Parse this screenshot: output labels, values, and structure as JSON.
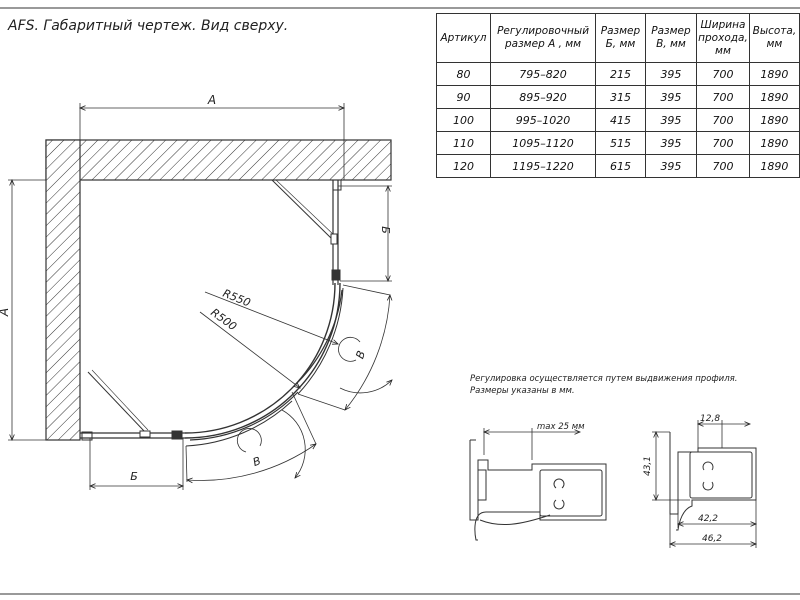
{
  "title": "AFS. Габаритный чертеж. Вид сверху.",
  "table": {
    "headers": [
      "Артикул",
      "Регулировочный размер А , мм",
      "Размер Б, мм",
      "Размер В, мм",
      "Ширина прохода, мм",
      "Высота, мм"
    ],
    "rows": [
      [
        "80",
        "795–820",
        "215",
        "395",
        "700",
        "1890"
      ],
      [
        "90",
        "895–920",
        "315",
        "395",
        "700",
        "1890"
      ],
      [
        "100",
        "995–1020",
        "415",
        "395",
        "700",
        "1890"
      ],
      [
        "110",
        "1095–1120",
        "515",
        "395",
        "700",
        "1890"
      ],
      [
        "120",
        "1195–1220",
        "615",
        "395",
        "700",
        "1890"
      ]
    ]
  },
  "drawing": {
    "dim_a_top": "A",
    "dim_a_left": "A",
    "dim_b_right": "Б",
    "dim_b_bottom": "Б",
    "dim_v_right": "В",
    "dim_v_bottom": "В",
    "r550": "R550",
    "r500": "R500"
  },
  "note": {
    "line1": "Регулировка осуществляется путем выдвижения профиля.",
    "line2": "Размеры указаны в мм."
  },
  "profile": {
    "max_label": "max 25 мм",
    "dim_top": "12,8",
    "dim_height": "43,1",
    "dim_inner": "42,2",
    "dim_outer": "46,2"
  }
}
